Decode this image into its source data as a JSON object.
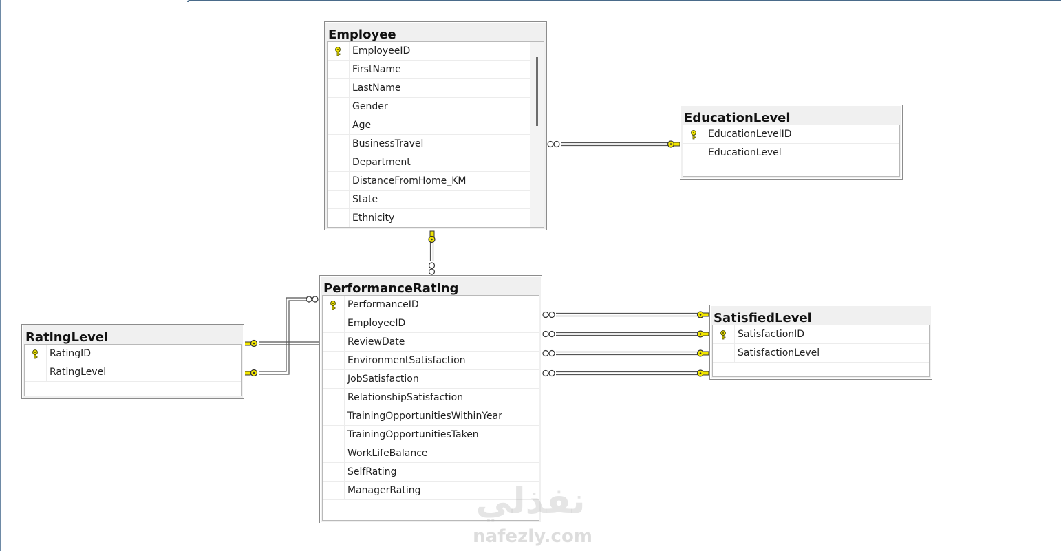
{
  "tables": {
    "employee": {
      "title": "Employee",
      "columns": [
        {
          "name": "EmployeeID",
          "key": true
        },
        {
          "name": "FirstName",
          "key": false
        },
        {
          "name": "LastName",
          "key": false
        },
        {
          "name": "Gender",
          "key": false
        },
        {
          "name": "Age",
          "key": false
        },
        {
          "name": "BusinessTravel",
          "key": false
        },
        {
          "name": "Department",
          "key": false
        },
        {
          "name": "DistanceFromHome_KM",
          "key": false
        },
        {
          "name": "State",
          "key": false
        },
        {
          "name": "Ethnicity",
          "key": false
        }
      ]
    },
    "education_level": {
      "title": "EducationLevel",
      "columns": [
        {
          "name": "EducationLevelID",
          "key": true
        },
        {
          "name": "EducationLevel",
          "key": false
        }
      ]
    },
    "performance_rating": {
      "title": "PerformanceRating",
      "columns": [
        {
          "name": "PerformanceID",
          "key": true
        },
        {
          "name": "EmployeeID",
          "key": false
        },
        {
          "name": "ReviewDate",
          "key": false
        },
        {
          "name": "EnvironmentSatisfaction",
          "key": false
        },
        {
          "name": "JobSatisfaction",
          "key": false
        },
        {
          "name": "RelationshipSatisfaction",
          "key": false
        },
        {
          "name": "TrainingOpportunitiesWithinYear",
          "key": false
        },
        {
          "name": "TrainingOpportunitiesTaken",
          "key": false
        },
        {
          "name": "WorkLifeBalance",
          "key": false
        },
        {
          "name": "SelfRating",
          "key": false
        },
        {
          "name": "ManagerRating",
          "key": false
        }
      ]
    },
    "rating_level": {
      "title": "RatingLevel",
      "columns": [
        {
          "name": "RatingID",
          "key": true
        },
        {
          "name": "RatingLevel",
          "key": false
        }
      ]
    },
    "satisfied_level": {
      "title": "SatisfiedLevel",
      "columns": [
        {
          "name": "SatisfactionID",
          "key": true
        },
        {
          "name": "SatisfactionLevel",
          "key": false
        }
      ]
    }
  },
  "watermark": {
    "arabic": "نفذلي",
    "latin": "nafezly.com"
  },
  "colors": {
    "key_icon": "#f2e600",
    "relationship_line": "#555555"
  }
}
